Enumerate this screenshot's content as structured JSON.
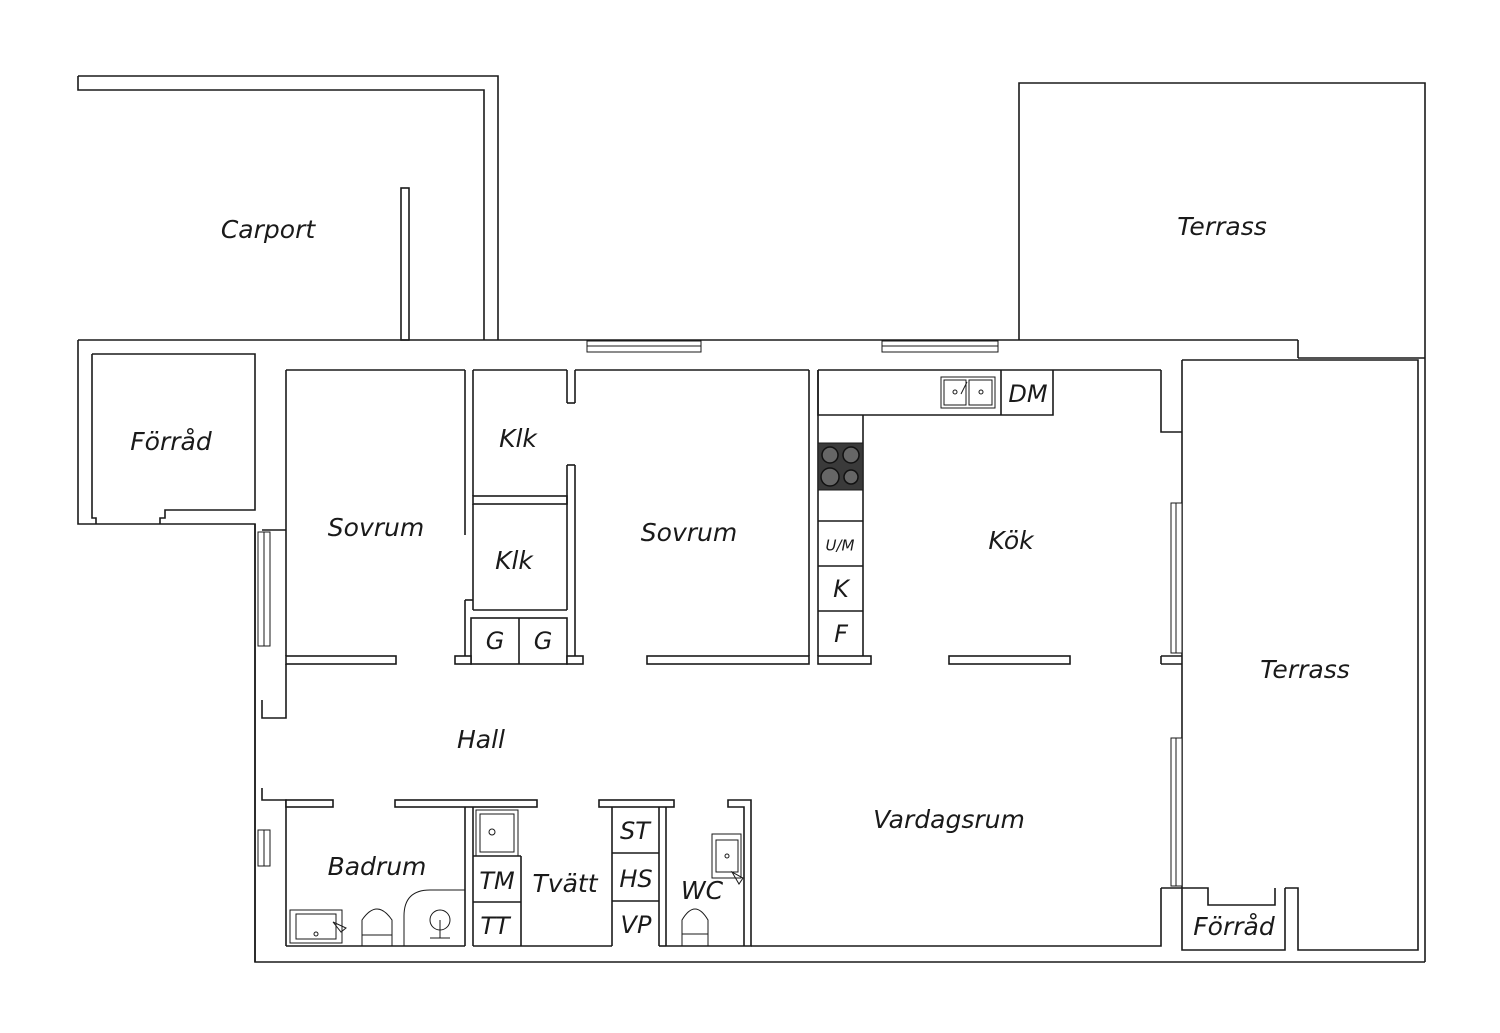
{
  "plan": {
    "rooms": {
      "carport": "Carport",
      "terrace_top": "Terrass",
      "storage_left": "Förråd",
      "bedroom_left": "Sovrum",
      "closet_top": "Klk",
      "closet_bottom": "Klk",
      "bedroom_middle": "Sovrum",
      "kitchen": "Kök",
      "terrace_right": "Terrass",
      "hall": "Hall",
      "bathroom": "Badrum",
      "laundry": "Tvätt",
      "wc": "WC",
      "living_room": "Vardagsrum",
      "storage_right": "Förråd"
    },
    "fixtures": {
      "wardrobe_1": "G",
      "wardrobe_2": "G",
      "dishwasher": "DM",
      "microwave": "U/M",
      "fridge": "K",
      "freezer": "F",
      "washing_machine": "TM",
      "tumble_dryer": "TT",
      "storage_cabinet": "ST",
      "hanging_cabinet": "HS",
      "water_heater": "VP"
    }
  }
}
